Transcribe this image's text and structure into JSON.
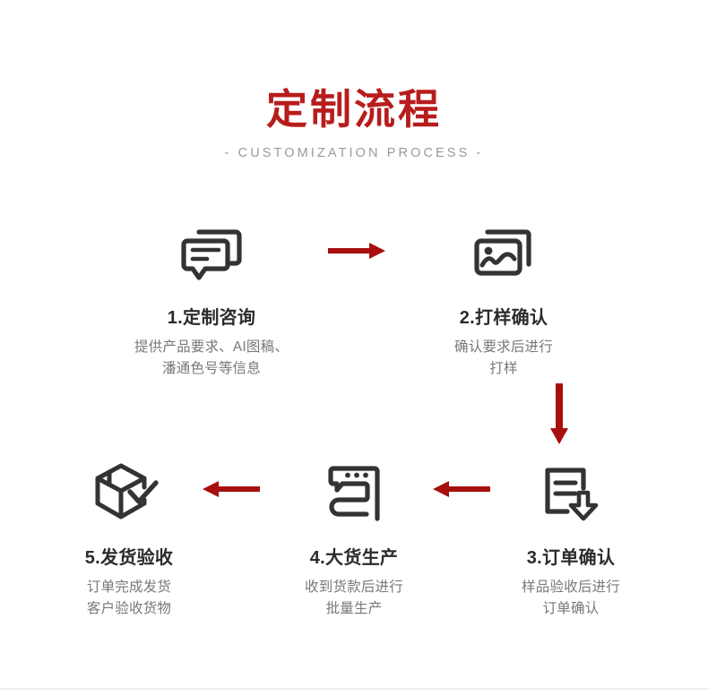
{
  "header": {
    "title": "定制流程",
    "subtitle": "- CUSTOMIZATION PROCESS -",
    "title_color": "#b81c1c",
    "subtitle_color": "#9a9a9a"
  },
  "theme": {
    "background": "#ffffff",
    "accent_red": "#a80f0f",
    "icon_color": "#333333",
    "step_title_color": "#2b2b2b",
    "step_desc_color": "#787878",
    "divider_color": "#ededed"
  },
  "steps": [
    {
      "number": "1.",
      "title": "1.定制咨询",
      "icon": "chat-bubbles-icon",
      "desc_lines": [
        "提供产品要求、AI图稿、",
        "潘通色号等信息"
      ]
    },
    {
      "number": "2.",
      "title": "2.打样确认",
      "icon": "photo-stack-icon",
      "desc_lines": [
        "确认要求后进行",
        "打样"
      ]
    },
    {
      "number": "3.",
      "title": "3.订单确认",
      "icon": "document-download-icon",
      "desc_lines": [
        "样品验收后进行",
        "订单确认"
      ]
    },
    {
      "number": "4.",
      "title": "4.大货生产",
      "icon": "sewing-machine-icon",
      "desc_lines": [
        "收到货款后进行",
        "批量生产"
      ]
    },
    {
      "number": "5.",
      "title": "5.发货验收",
      "icon": "package-check-icon",
      "desc_lines": [
        "订单完成发货",
        "客户验收货物"
      ]
    }
  ],
  "arrows": [
    {
      "name": "arrow-step1-to-step2",
      "direction": "right"
    },
    {
      "name": "arrow-step2-to-step3",
      "direction": "down"
    },
    {
      "name": "arrow-step3-to-step4",
      "direction": "left"
    },
    {
      "name": "arrow-step4-to-step5",
      "direction": "left"
    }
  ]
}
